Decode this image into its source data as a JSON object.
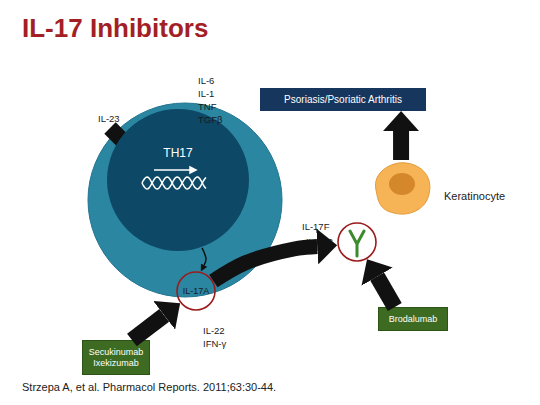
{
  "diagram": {
    "title": "IL-17 Inhibitors",
    "caption": "Strzepa A, et al. Pharmacol Reports. 2011;63:30-44.",
    "nodes": [
      {
        "text": [
          "Psoriasis/Psoriatic Arthritis"
        ]
      },
      {
        "text": [
          "TH17"
        ]
      },
      {
        "text": [
          "Keratinocyte"
        ]
      },
      {
        "text": [
          "IL-17R"
        ]
      },
      {
        "text": [
          "IL-17A"
        ]
      },
      {
        "text": [
          "Brodalumab"
        ]
      },
      {
        "text": [
          "Secukinumab Ixekizumab"
        ]
      }
    ],
    "edges": [
      {
        "from": 2,
        "to": 0,
        "arrow": "to"
      },
      {
        "from": 1,
        "to": 4,
        "arrow": "to"
      },
      {
        "from": 6,
        "to": 4,
        "arrow": "to"
      },
      {
        "from": 4,
        "to": 3,
        "arrow": "to"
      },
      {
        "from": 5,
        "to": 3,
        "arrow": "to"
      }
    ],
    "labels": [
      "IL-23",
      "IL-6",
      "IL-1",
      "TNF",
      "TGFβ",
      "IL-17F",
      "IL-22",
      "IFN-γ"
    ]
  }
}
